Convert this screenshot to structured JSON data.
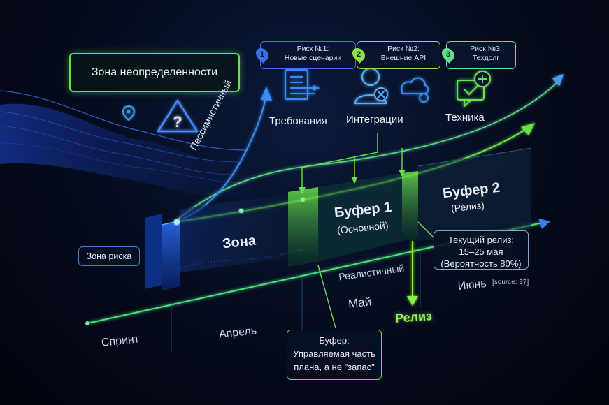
{
  "uncertainty_zone": "Зона неопределенности",
  "risks": [
    {
      "num": "1",
      "line1": "Риск №1:",
      "line2": "Новые сценарии",
      "color": "#3b6ff0"
    },
    {
      "num": "2",
      "line1": "Риск №2:",
      "line2": "Внешние API",
      "color": "#8fe04a"
    },
    {
      "num": "3",
      "line1": "Риск №3:",
      "line2": "Техдолг",
      "color": "#5fe08a"
    }
  ],
  "categories": {
    "requirements": "Требования",
    "integrations": "Интеграции",
    "technique": "Техника"
  },
  "pessimistic": "Пессимистичный",
  "realistic": "Реалистичный",
  "risk_zone": "Зона риска",
  "zone": "Зона",
  "buffer1": {
    "title": "Буфер 1",
    "subtitle": "(Основной)"
  },
  "buffer2": {
    "title": "Буфер 2",
    "subtitle": "(Релиз)"
  },
  "current_release": {
    "line1": "Текущий релиз:",
    "line2": "15–25 мая",
    "line3": "(Вероятность 80%)"
  },
  "months": {
    "sprint": "Спринт",
    "april": "Апрель",
    "may": "Май",
    "june": "Июнь"
  },
  "source_note": "[source: 37]",
  "release": "Релиз",
  "buffer_note": {
    "line1": "Буфер:",
    "line2": "Управляемая часть",
    "line3": "плана, а не \"запас\""
  }
}
